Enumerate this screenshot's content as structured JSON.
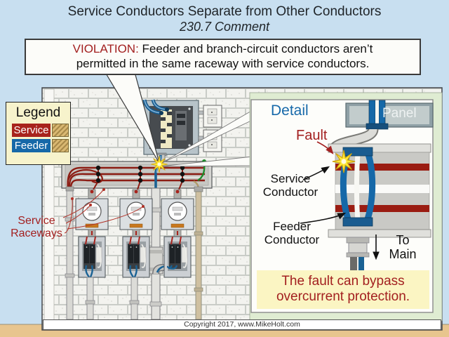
{
  "title": {
    "line1": "Service Conductors Separate from Other Conductors",
    "line2": "230.7 Comment"
  },
  "violation": {
    "label": "VIOLATION:",
    "text": " Feeder and branch-circuit conductors aren’t permitted in the same raceway with service conductors."
  },
  "legend": {
    "title": "Legend",
    "items": [
      {
        "label": "Service",
        "color": "#a8231c"
      },
      {
        "label": "Feeder",
        "color": "#1668a8"
      }
    ]
  },
  "main_diagram": {
    "service_raceways": "Service Raceways"
  },
  "detail": {
    "title": "Detail",
    "panel": "Panel",
    "fault": "Fault",
    "service_conductor": "Service Conductor",
    "feeder_conductor": "Feeder Conductor",
    "to_main": "To Main",
    "note": "The fault can bypass overcurrent protection."
  },
  "footer": {
    "copyright": "Copyright 2017, www.MikeHolt.com"
  },
  "colors": {
    "background": "#c8dff0",
    "violation_red": "#a32020",
    "service_wire_red": "#8c1d14",
    "feeder_blue": "#1668a8",
    "legend_bg": "#f7f3cc",
    "note_bg": "#fbf5c3",
    "ground_tan": "#e8c58e"
  }
}
